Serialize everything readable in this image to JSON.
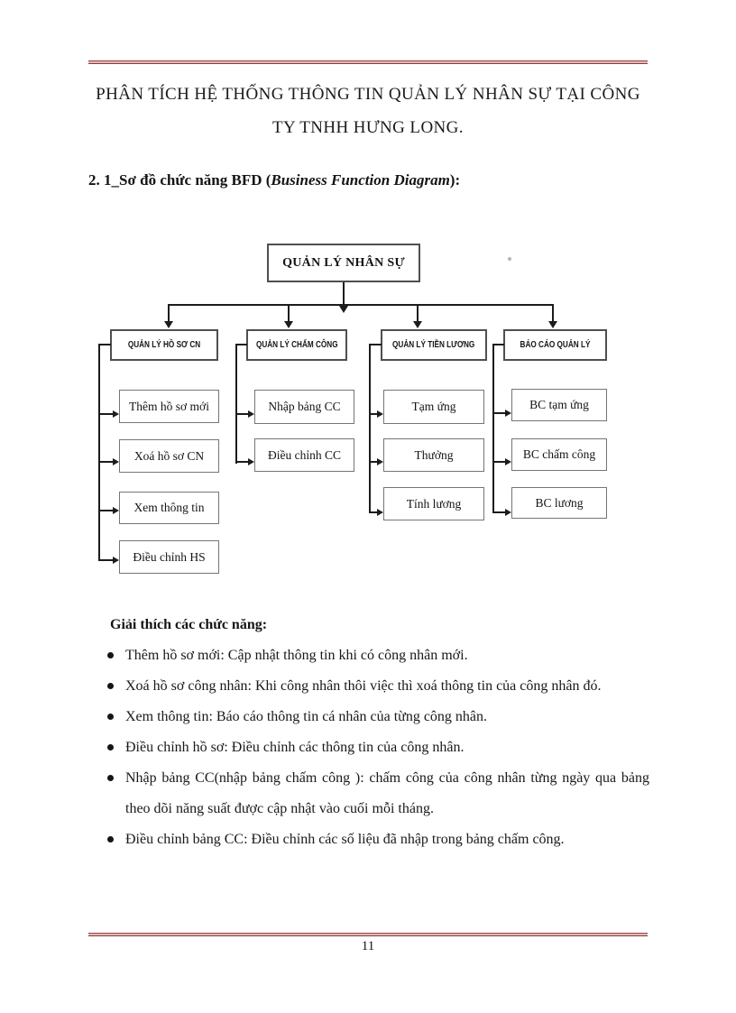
{
  "page": {
    "title_line1": "PHÂN TÍCH HỆ THỐNG THÔNG TIN QUẢN LÝ NHÂN SỰ TẠI CÔNG",
    "title_line2": "TY TNHH HƯNG LONG.",
    "page_number": "11"
  },
  "heading": {
    "prefix": "2. 1_Sơ đồ chức năng BFD (",
    "italic": "Business Function Diagram",
    "suffix": "):"
  },
  "diagram": {
    "root": "QUẢN LÝ NHÂN SỰ",
    "columns": [
      {
        "header": "QUẢN LÝ HỒ SƠ CN",
        "items": [
          "Thêm hồ sơ mới",
          "Xoá hồ sơ CN",
          "Xem thông tin",
          "Điều chỉnh HS"
        ]
      },
      {
        "header": "QUẢN LÝ CHẤM CÔNG",
        "items": [
          "Nhập bảng CC",
          "Điều chỉnh CC"
        ]
      },
      {
        "header": "QUẢN LÝ TIỀN LƯƠNG",
        "items": [
          "Tạm ứng",
          "Thưởng",
          "Tính lương"
        ]
      },
      {
        "header": "BÁO CÁO QUẢN LÝ",
        "items": [
          "BC tạm ứng",
          "BC chấm công",
          "BC lương"
        ]
      }
    ]
  },
  "explanation": {
    "heading": "Giải thích các chức năng:",
    "bullets": [
      "Thêm hồ sơ mới: Cập nhật thông tin khi có công nhân mới.",
      "Xoá hồ sơ công nhân: Khi công nhân thôi việc thì xoá thông tin của công nhân đó.",
      "Xem thông tin: Báo cáo thông tin cá nhân của từng công nhân.",
      "Điều chỉnh hồ sơ: Điều chỉnh các thông tin của công nhân.",
      "Nhập bảng CC(nhập bảng chấm công ): chấm công của công nhân từng ngày qua bảng theo dõi năng suất được cập nhật vào cuối mỗi tháng.",
      "Điều chỉnh bảng CC: Điều chỉnh các số liệu đã nhập trong bảng chấm công."
    ]
  },
  "colors": {
    "page_rule": "#9a4646",
    "diagram_line": "#1c1c1c",
    "box_border": "#4f4f4f"
  }
}
